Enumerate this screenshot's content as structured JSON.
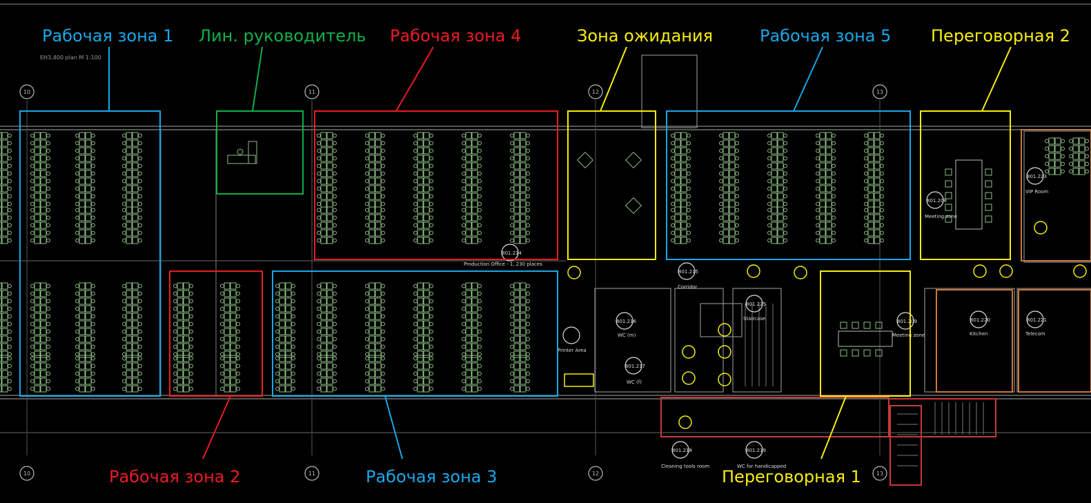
{
  "colors": {
    "blue": "#18a8ea",
    "red": "#ec1c24",
    "green": "#10b04a",
    "yellow": "#f7ee0b",
    "cad_line": "#8a8a8a",
    "cad_furniture": "#90c088",
    "background": "#000000"
  },
  "zones": {
    "work1": {
      "label": "Рабочая зона 1",
      "color": "#18a8ea"
    },
    "manager": {
      "label": "Лин. руководитель",
      "color": "#10b04a"
    },
    "work4": {
      "label": "Рабочая зона 4",
      "color": "#ec1c24"
    },
    "waiting": {
      "label": "Зона ожидания",
      "color": "#f7ee0b"
    },
    "work5": {
      "label": "Рабочая зона 5",
      "color": "#18a8ea"
    },
    "meeting2": {
      "label": "Переговорная 2",
      "color": "#f7ee0b"
    },
    "work2": {
      "label": "Рабочая зона 2",
      "color": "#ec1c24"
    },
    "work3": {
      "label": "Рабочая зона 3",
      "color": "#18a8ea"
    },
    "meeting1": {
      "label": "Переговорная 1",
      "color": "#f7ee0b"
    }
  },
  "plan_title": "EH3,400 plan M 1:100",
  "rooms": {
    "r214": {
      "tag": "801.214",
      "name": "Production Office - 1, 230 places"
    },
    "r215": {
      "tag": "801.215",
      "name": "Corridor"
    },
    "r216": {
      "tag": "801.216",
      "name": "WC (m)"
    },
    "r217": {
      "tag": "801.217",
      "name": "WC (f)"
    },
    "r225": {
      "tag": "801.225",
      "name": "Staircase"
    },
    "r209": {
      "tag": "801.209",
      "name": "Meeting zone"
    },
    "r208": {
      "tag": "801.208",
      "name": "Meeting zone"
    },
    "r223": {
      "tag": "801.223",
      "name": "VIP Room"
    },
    "r220": {
      "tag": "801.220",
      "name": "Kitchen"
    },
    "r221": {
      "tag": "801.221",
      "name": "Telecom"
    },
    "r218": {
      "tag": "801.218",
      "name": "Cleaning tools room"
    },
    "r219": {
      "tag": "801.219",
      "name": "WC for handicapped"
    },
    "printer": {
      "name": "Printer Area"
    }
  },
  "axes": [
    "10",
    "11",
    "12",
    "13"
  ]
}
